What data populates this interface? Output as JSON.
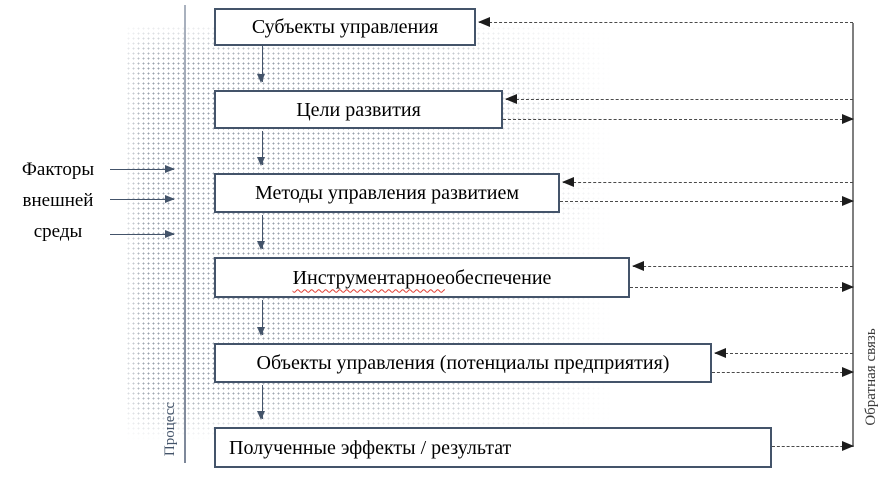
{
  "diagram": {
    "boxes": [
      {
        "label": "Субъекты управления"
      },
      {
        "label": "Цели развития"
      },
      {
        "label": "Методы управления развитием"
      },
      {
        "label": "Инструментарное обеспечение",
        "underlined_part": "Инструментарное",
        "plain_part": " обеспечение"
      },
      {
        "label": "Объекты управления (потенциалы предприятия)"
      },
      {
        "label": "Полученные эффекты / результат"
      }
    ],
    "left_caption": {
      "line1": "Факторы",
      "line2": "внешней",
      "line3": "среды"
    },
    "axis_labels": {
      "process": "Процесс",
      "feedback": "Обратная связь"
    },
    "colors": {
      "box_border": "#44546A",
      "flow_arrow": "#44546A",
      "dashed_connector": "#4a4a4a",
      "process_line": "#8b95a5",
      "feedback_line": "#7f7f7f",
      "spellcheck_underline": "#e03c31",
      "dot_fill": "#9aa2ac"
    }
  }
}
